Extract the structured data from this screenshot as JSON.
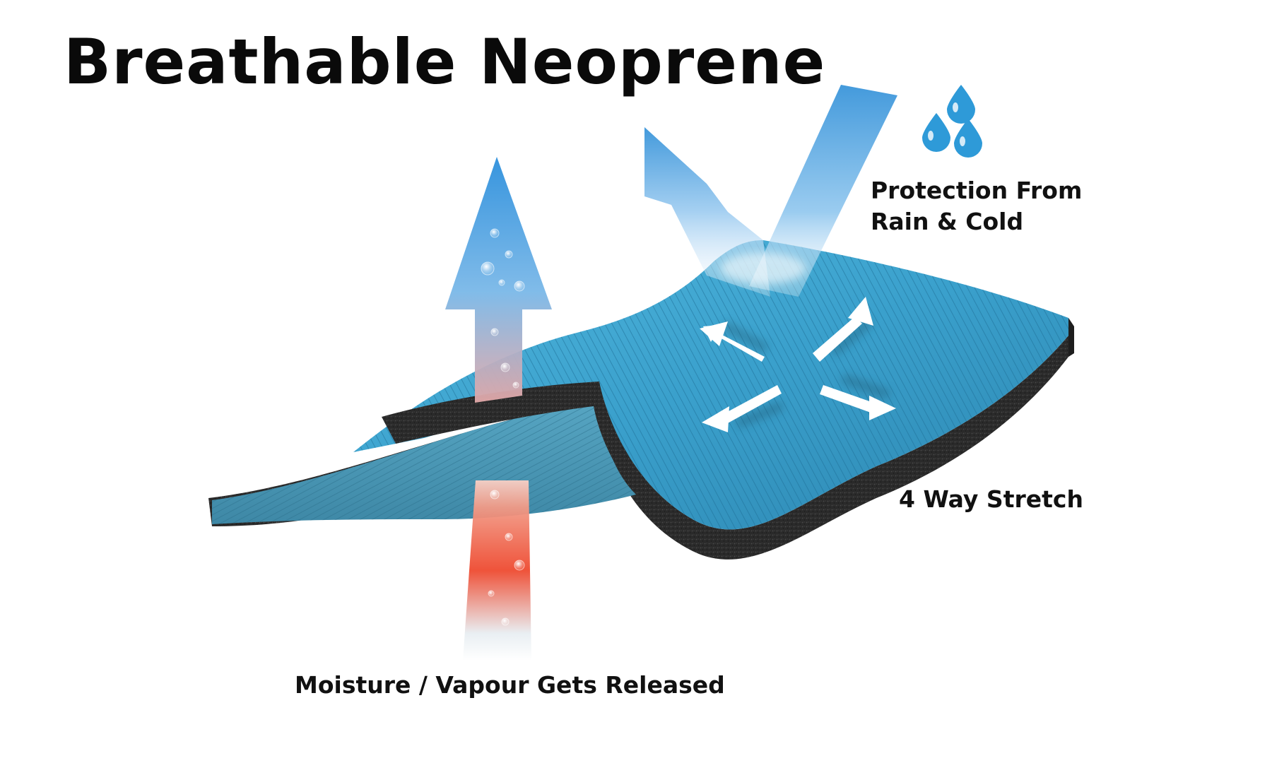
{
  "title": "Breathable Neoprene",
  "labels": {
    "rain_line1": "Protection From",
    "rain_line2": "Rain & Cold",
    "stretch": "4 Way Stretch",
    "moisture": "Moisture / Vapour Gets Released"
  },
  "colors": {
    "fabric_top": "#3aa0cc",
    "fabric_underside": "#4a98b6",
    "foam": "#2c2c2c",
    "water_arrow": "#2f8fd8",
    "heat_arrow": "#ee4a30",
    "water_drops": "#2e9ad8",
    "stretch_arrows": "#ffffff"
  },
  "icons": {
    "water_drops": "water-drops-icon",
    "stretch_arrows": "four-way-arrows-icon"
  }
}
